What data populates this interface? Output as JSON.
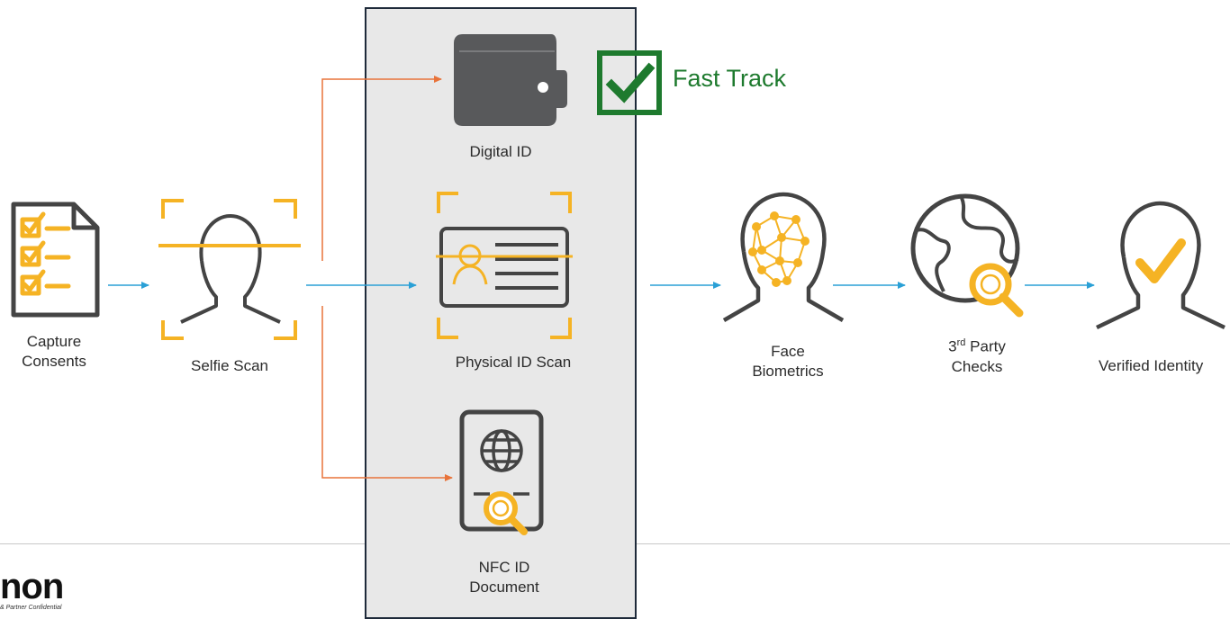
{
  "steps": {
    "capture_consents": "Capture\nConsents",
    "selfie_scan": "Selfie Scan",
    "digital_id": "Digital ID",
    "physical_id_scan": "Physical ID Scan",
    "nfc_id_document": "NFC ID\nDocument",
    "face_biometrics": "Face\nBiometrics",
    "third_party_checks_prefix": "3",
    "third_party_checks_sup": "rd",
    "third_party_checks_rest": " Party\nChecks",
    "verified_identity": "Verified Identity"
  },
  "fast_track": {
    "label": "Fast Track",
    "icon": "checkbox-check-icon"
  },
  "footer": {
    "logo": "non",
    "confidential": "& Partner Confidential"
  },
  "colors": {
    "flow_arrow": "#2aa0d6",
    "branch_arrow": "#e8733a",
    "icon_accent": "#f5b324",
    "icon_dark": "#444444",
    "fast_track_green": "#1e7a2e",
    "panel_bg": "#e8e8e8",
    "panel_border": "#1e2a3a"
  }
}
